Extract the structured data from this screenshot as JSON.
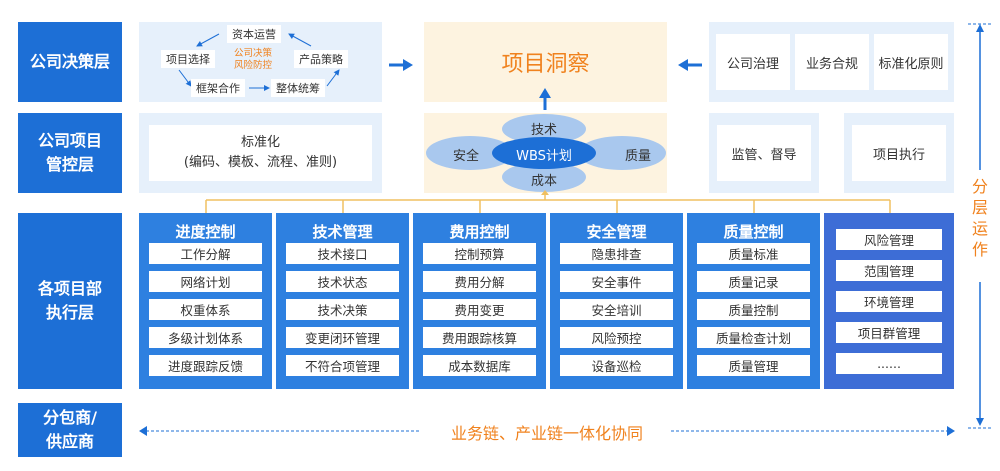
{
  "layers": {
    "decision": "公司决策层",
    "project_control": "公司项目\n管控层",
    "execution": "各项目部\n执行层",
    "subcontractor": "分包商/\n供应商"
  },
  "decision_cycle": {
    "top": "资本运营",
    "left": "项目选择",
    "center": "公司决策\n风险防控",
    "right": "产品策略",
    "bottom_left": "框架合作",
    "bottom_right": "整体统筹"
  },
  "insight_title": "项目洞察",
  "governance": [
    "公司治理",
    "业务合规",
    "标准化原则"
  ],
  "standardization": {
    "line1": "标准化",
    "line2": "(编码、模板、流程、准则)"
  },
  "wbs": {
    "center": "WBS计划",
    "top": "技术",
    "left": "安全",
    "right": "质量",
    "bottom": "成本"
  },
  "supervision": "监管、督导",
  "project_execution": "项目执行",
  "columns": [
    {
      "title": "进度控制",
      "items": [
        "工作分解",
        "网络计划",
        "权重体系",
        "多级计划体系",
        "进度跟踪反馈"
      ]
    },
    {
      "title": "技术管理",
      "items": [
        "技术接口",
        "技术状态",
        "技术决策",
        "变更闭环管理",
        "不符合项管理"
      ]
    },
    {
      "title": "费用控制",
      "items": [
        "控制预算",
        "费用分解",
        "费用变更",
        "费用跟踪核算",
        "成本数据库"
      ]
    },
    {
      "title": "安全管理",
      "items": [
        "隐患排查",
        "安全事件",
        "安全培训",
        "风险预控",
        "设备巡检"
      ]
    },
    {
      "title": "质量控制",
      "items": [
        "质量标准",
        "质量记录",
        "质量控制",
        "质量检查计划",
        "质量管理"
      ]
    }
  ],
  "extra_column": [
    "风险管理",
    "范围管理",
    "环境管理",
    "项目群管理",
    "......"
  ],
  "side_label": "分层运作",
  "bottom_text": "业务链、产业链一体化协同",
  "colors": {
    "primary": "#1d6fd6",
    "accent": "#f0821e",
    "light": "#e6f0fb",
    "cream": "#fdf3e0"
  }
}
